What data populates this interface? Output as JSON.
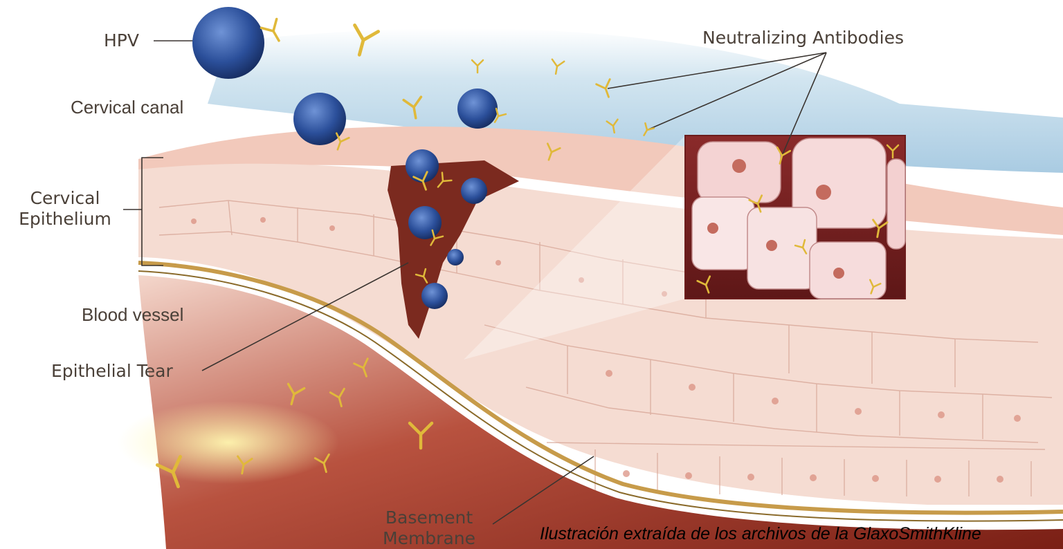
{
  "labels": {
    "hpv": "HPV",
    "cervical_canal": "Cervical canal",
    "cervical_epithelium_line1": "Cervical",
    "cervical_epithelium_line2": "Epithelium",
    "blood_vessel": "Blood vessel",
    "epithelial_tear": "Epithelial Tear",
    "neutralizing_antibodies": "Neutralizing Antibodies",
    "basement_membrane_line1": "Basement",
    "basement_membrane_line2": "Membrane"
  },
  "credit": "Ilustración extraída de los archivos de la GlaxoSmithKline",
  "colors": {
    "canal": "#b9d6e8",
    "tissue": "#f3d2c6",
    "cell_edge": "#c98f80",
    "blood": "#8e2a1e",
    "virus": "#2b4f9a",
    "antibody": "#e0b93a",
    "label": "#4a4038"
  }
}
